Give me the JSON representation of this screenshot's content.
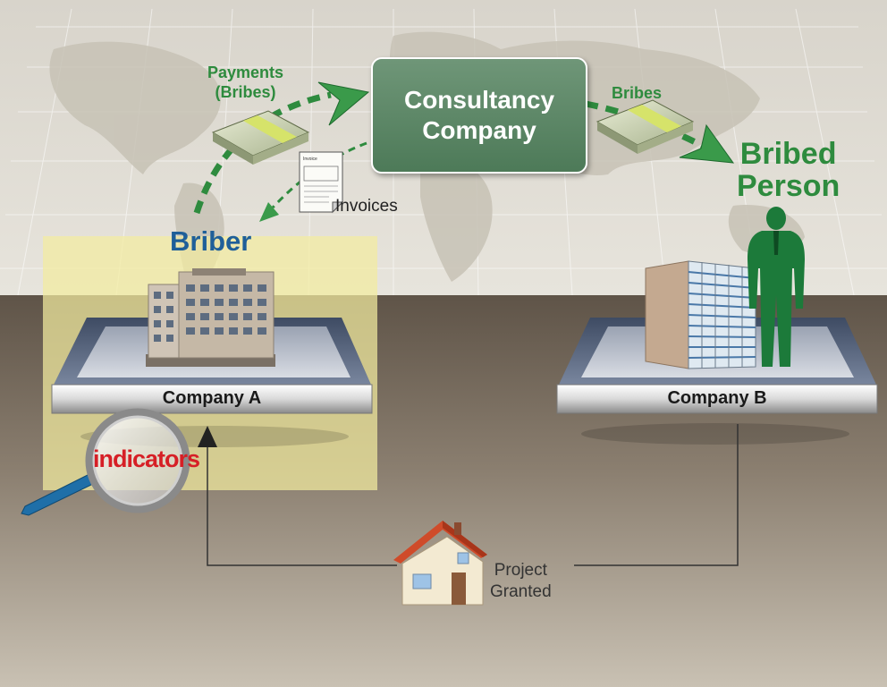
{
  "consultancy": {
    "line1": "Consultancy",
    "line2": "Company"
  },
  "payments": {
    "line1": "Payments",
    "line2": "(Bribes)"
  },
  "bribes_label": "Bribes",
  "bribed_person": {
    "line1": "Bribed",
    "line2": "Person"
  },
  "invoices_label": "Invoices",
  "invoice_doc_heading": "Invoice",
  "briber_label": "Briber",
  "company_a_label": "Company A",
  "company_b_label": "Company B",
  "indicators_label": "indicators",
  "project_granted": {
    "line1": "Project",
    "line2": "Granted"
  },
  "colors": {
    "arrow_green": "#2e8b3e",
    "briber_blue": "#1f5f99",
    "indicators_red": "#d61f26",
    "consultancy_box": "#5a8465",
    "highlight_yellow": "#f3eba0"
  }
}
